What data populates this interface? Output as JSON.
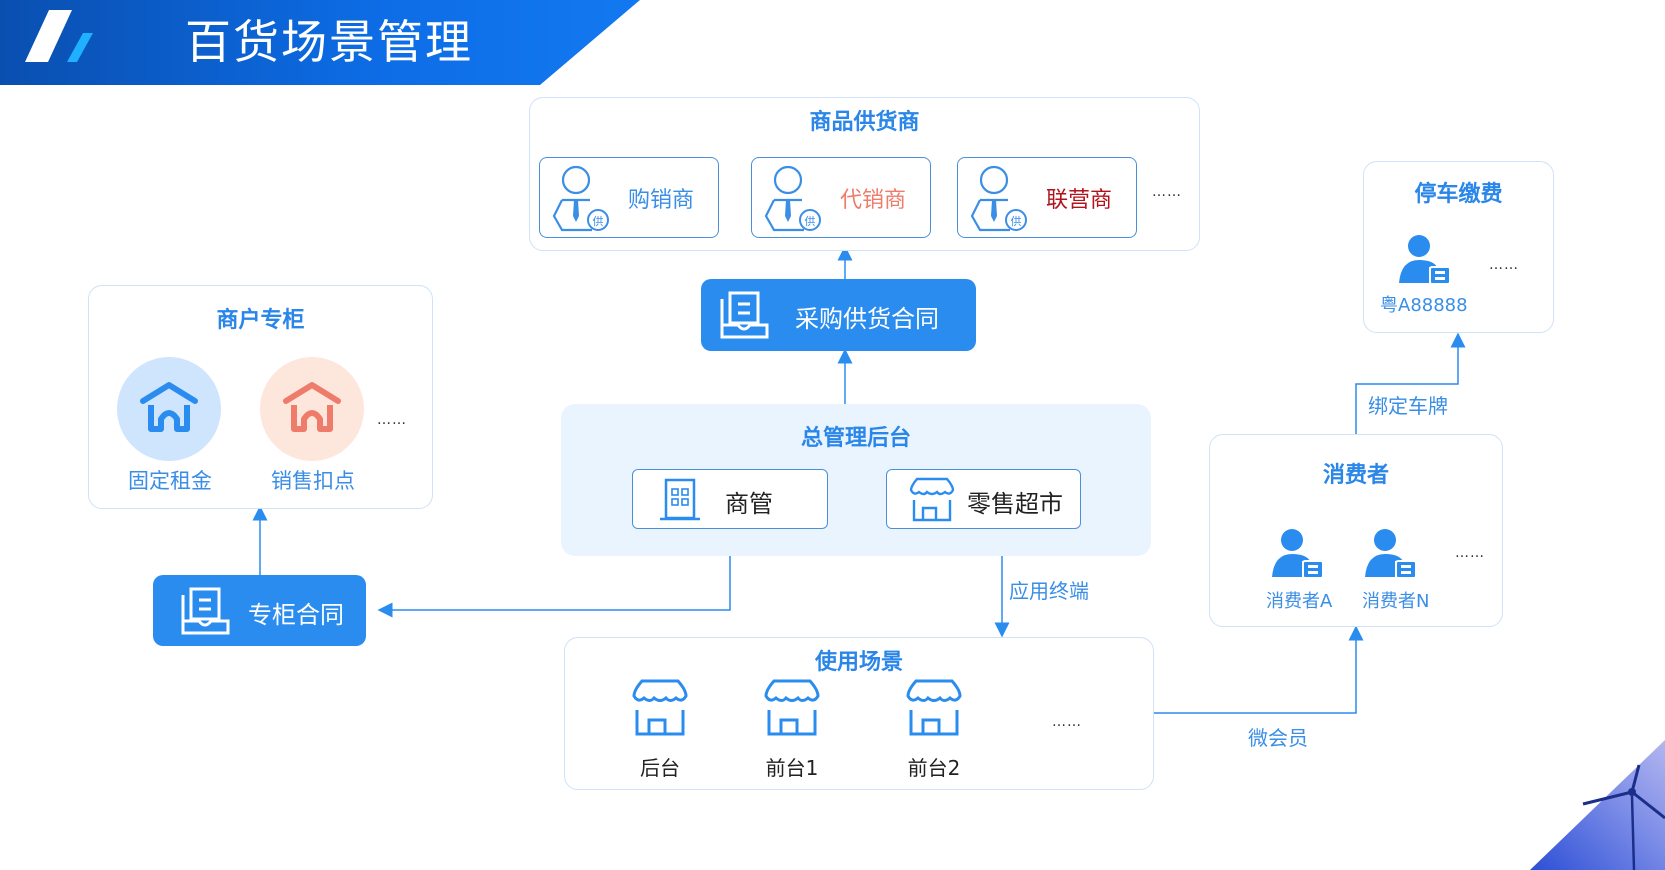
{
  "header": {
    "title": "百货场景管理"
  },
  "colors": {
    "primary_blue": "#2b8cf0",
    "title_blue": "#2a86e8",
    "light_bg": "#eaf4fe",
    "coral": "#ef7c6a",
    "dark_red": "#b2121b"
  },
  "suppliers": {
    "title": "商品供货商",
    "items": [
      {
        "label": "购销商",
        "badge": "供",
        "color": "#3a8ee6"
      },
      {
        "label": "代销商",
        "badge": "供",
        "color": "#ef7c6a"
      },
      {
        "label": "联营商",
        "badge": "供",
        "color": "#b2121b"
      }
    ],
    "more": "……"
  },
  "purchase_contract": {
    "label": "采购供货合同",
    "icon": "contract-icon"
  },
  "merchant_counter": {
    "title": "商户专柜",
    "items": [
      {
        "label": "固定租金",
        "icon": "house-icon"
      },
      {
        "label": "销售扣点",
        "icon": "house-icon"
      }
    ],
    "more": "……"
  },
  "counter_contract": {
    "label": "专柜合同",
    "icon": "contract-icon"
  },
  "management": {
    "title": "总管理后台",
    "items": [
      {
        "label": "商管",
        "icon": "building-icon"
      },
      {
        "label": "零售超市",
        "icon": "store-icon"
      }
    ]
  },
  "edges": {
    "app_terminal": "应用终端",
    "micro_member": "微会员",
    "bind_plate": "绑定车牌"
  },
  "usage_scenes": {
    "title": "使用场景",
    "items": [
      {
        "label": "后台",
        "icon": "store-icon"
      },
      {
        "label": "前台1",
        "icon": "store-icon"
      },
      {
        "label": "前台2",
        "icon": "store-icon"
      }
    ],
    "more": "……"
  },
  "consumers": {
    "title": "消费者",
    "items": [
      {
        "label": "消费者A",
        "icon": "member-card-icon"
      },
      {
        "label": "消费者N",
        "icon": "member-card-icon"
      }
    ],
    "more": "……"
  },
  "parking": {
    "title": "停车缴费",
    "items": [
      {
        "label": "粤A88888",
        "icon": "member-card-icon"
      }
    ],
    "more": "……"
  }
}
